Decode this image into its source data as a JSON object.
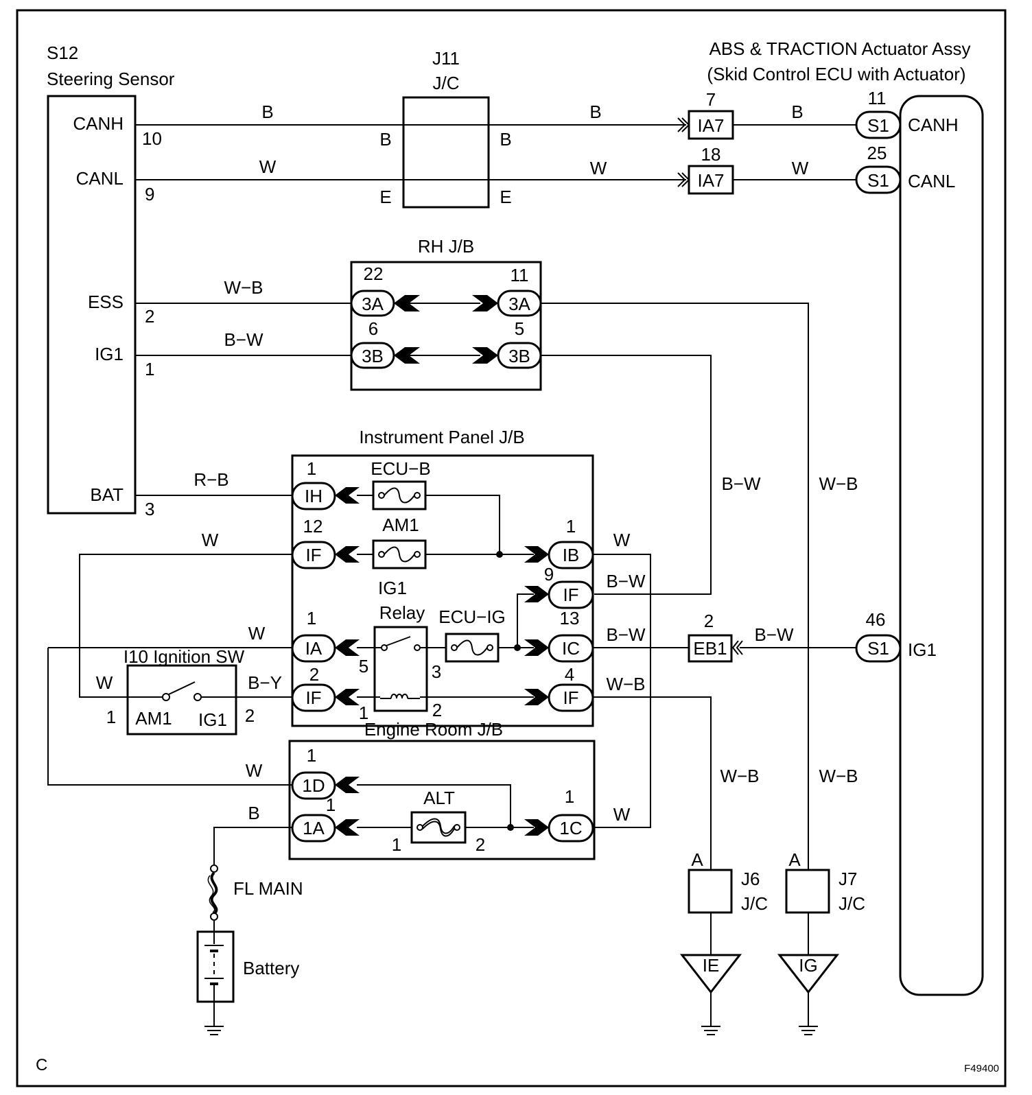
{
  "components": {
    "s12": {
      "id": "S12",
      "name": "Steering Sensor",
      "pins": {
        "canh": "CANH",
        "canl": "CANL",
        "ess": "ESS",
        "ig1": "IG1",
        "bat": "BAT"
      },
      "pin_numbers": {
        "canh": "10",
        "canl": "9",
        "ess": "2",
        "ig1": "1",
        "bat": "3"
      }
    },
    "j11": {
      "id": "J11",
      "name": "J/C",
      "pins": {
        "b_left": "B",
        "b_right": "B",
        "e_left": "E",
        "e_right": "E"
      }
    },
    "abs": {
      "name_line1": "ABS & TRACTION Actuator Assy",
      "name_line2": "(Skid Control ECU with Actuator)",
      "pins": {
        "canh": "CANH",
        "canl": "CANL",
        "ig1": "IG1"
      }
    },
    "rh_jb": {
      "name": "RH J/B"
    },
    "ip_jb": {
      "name": "Instrument Panel J/B",
      "fuse_ecub": "ECU−B",
      "fuse_am1": "AM1",
      "relay_line1": "IG1",
      "relay_line2": "Relay",
      "fuse_ecuig": "ECU−IG"
    },
    "ign_sw": {
      "name": "I10 Ignition SW",
      "am1": "AM1",
      "ig1": "IG1",
      "pin1": "1",
      "pin2": "2"
    },
    "er_jb": {
      "name": "Engine Room J/B",
      "fuse_alt": "ALT"
    },
    "fl_main": "FL MAIN",
    "battery": "Battery",
    "j6": {
      "id": "J6",
      "name": "J/C",
      "pin": "A"
    },
    "j7": {
      "id": "J7",
      "name": "J/C",
      "pin": "A"
    }
  },
  "connectors": {
    "ia7_top": "IA7",
    "ia7_bot": "IA7",
    "s1": "S1",
    "rh_3a": "3A",
    "rh_3b": "3B",
    "ih": "IH",
    "if": "IF",
    "ia": "IA",
    "ib": "IB",
    "ic": "IC",
    "d1": "1D",
    "a1": "1A",
    "c1": "1C",
    "eb1": "EB1",
    "ground_ie": "IE",
    "ground_ig": "IG"
  },
  "pin_labels": {
    "ia7_top": "7",
    "ia7_bot": "18",
    "s1_top": "11",
    "s1_mid": "25",
    "s1_bot": "46",
    "rh_3a_l": "22",
    "rh_3a_r": "11",
    "rh_3b_l": "6",
    "rh_3b_r": "5",
    "ih": "1",
    "if_left_top": "12",
    "ia": "1",
    "if_left_bot": "2",
    "ib": "1",
    "if_right_top": "9",
    "ic": "13",
    "if_right_bot": "4",
    "relay_5": "5",
    "relay_3": "3",
    "relay_1": "1",
    "relay_2": "2",
    "eb1": "2",
    "d1": "1",
    "a1": "1",
    "c1": "1",
    "alt_1": "1",
    "alt_2": "2"
  },
  "wire_colors": {
    "canh_left": "B",
    "canh_mid": "B",
    "canh_right": "B",
    "canl_left": "W",
    "canl_mid": "W",
    "canl_right": "W",
    "ess": "W−B",
    "ig1": "B−W",
    "bat": "R−B",
    "am1_out": "W",
    "ia_in": "W",
    "sw_am1": "W",
    "sw_ig1": "B−Y",
    "ib_out": "W",
    "if9_out": "B−W",
    "ic_out": "B−W",
    "if4_out": "W−B",
    "eb1_s1": "B−W",
    "bw_vertical": "B−W",
    "wb_vertical": "W−B",
    "j6_wire": "W−B",
    "j7_wire": "W−B",
    "d1_in": "W",
    "a1_in": "B",
    "c1_out": "W"
  },
  "footer": {
    "corner": "C",
    "figure_id": "F49400"
  }
}
